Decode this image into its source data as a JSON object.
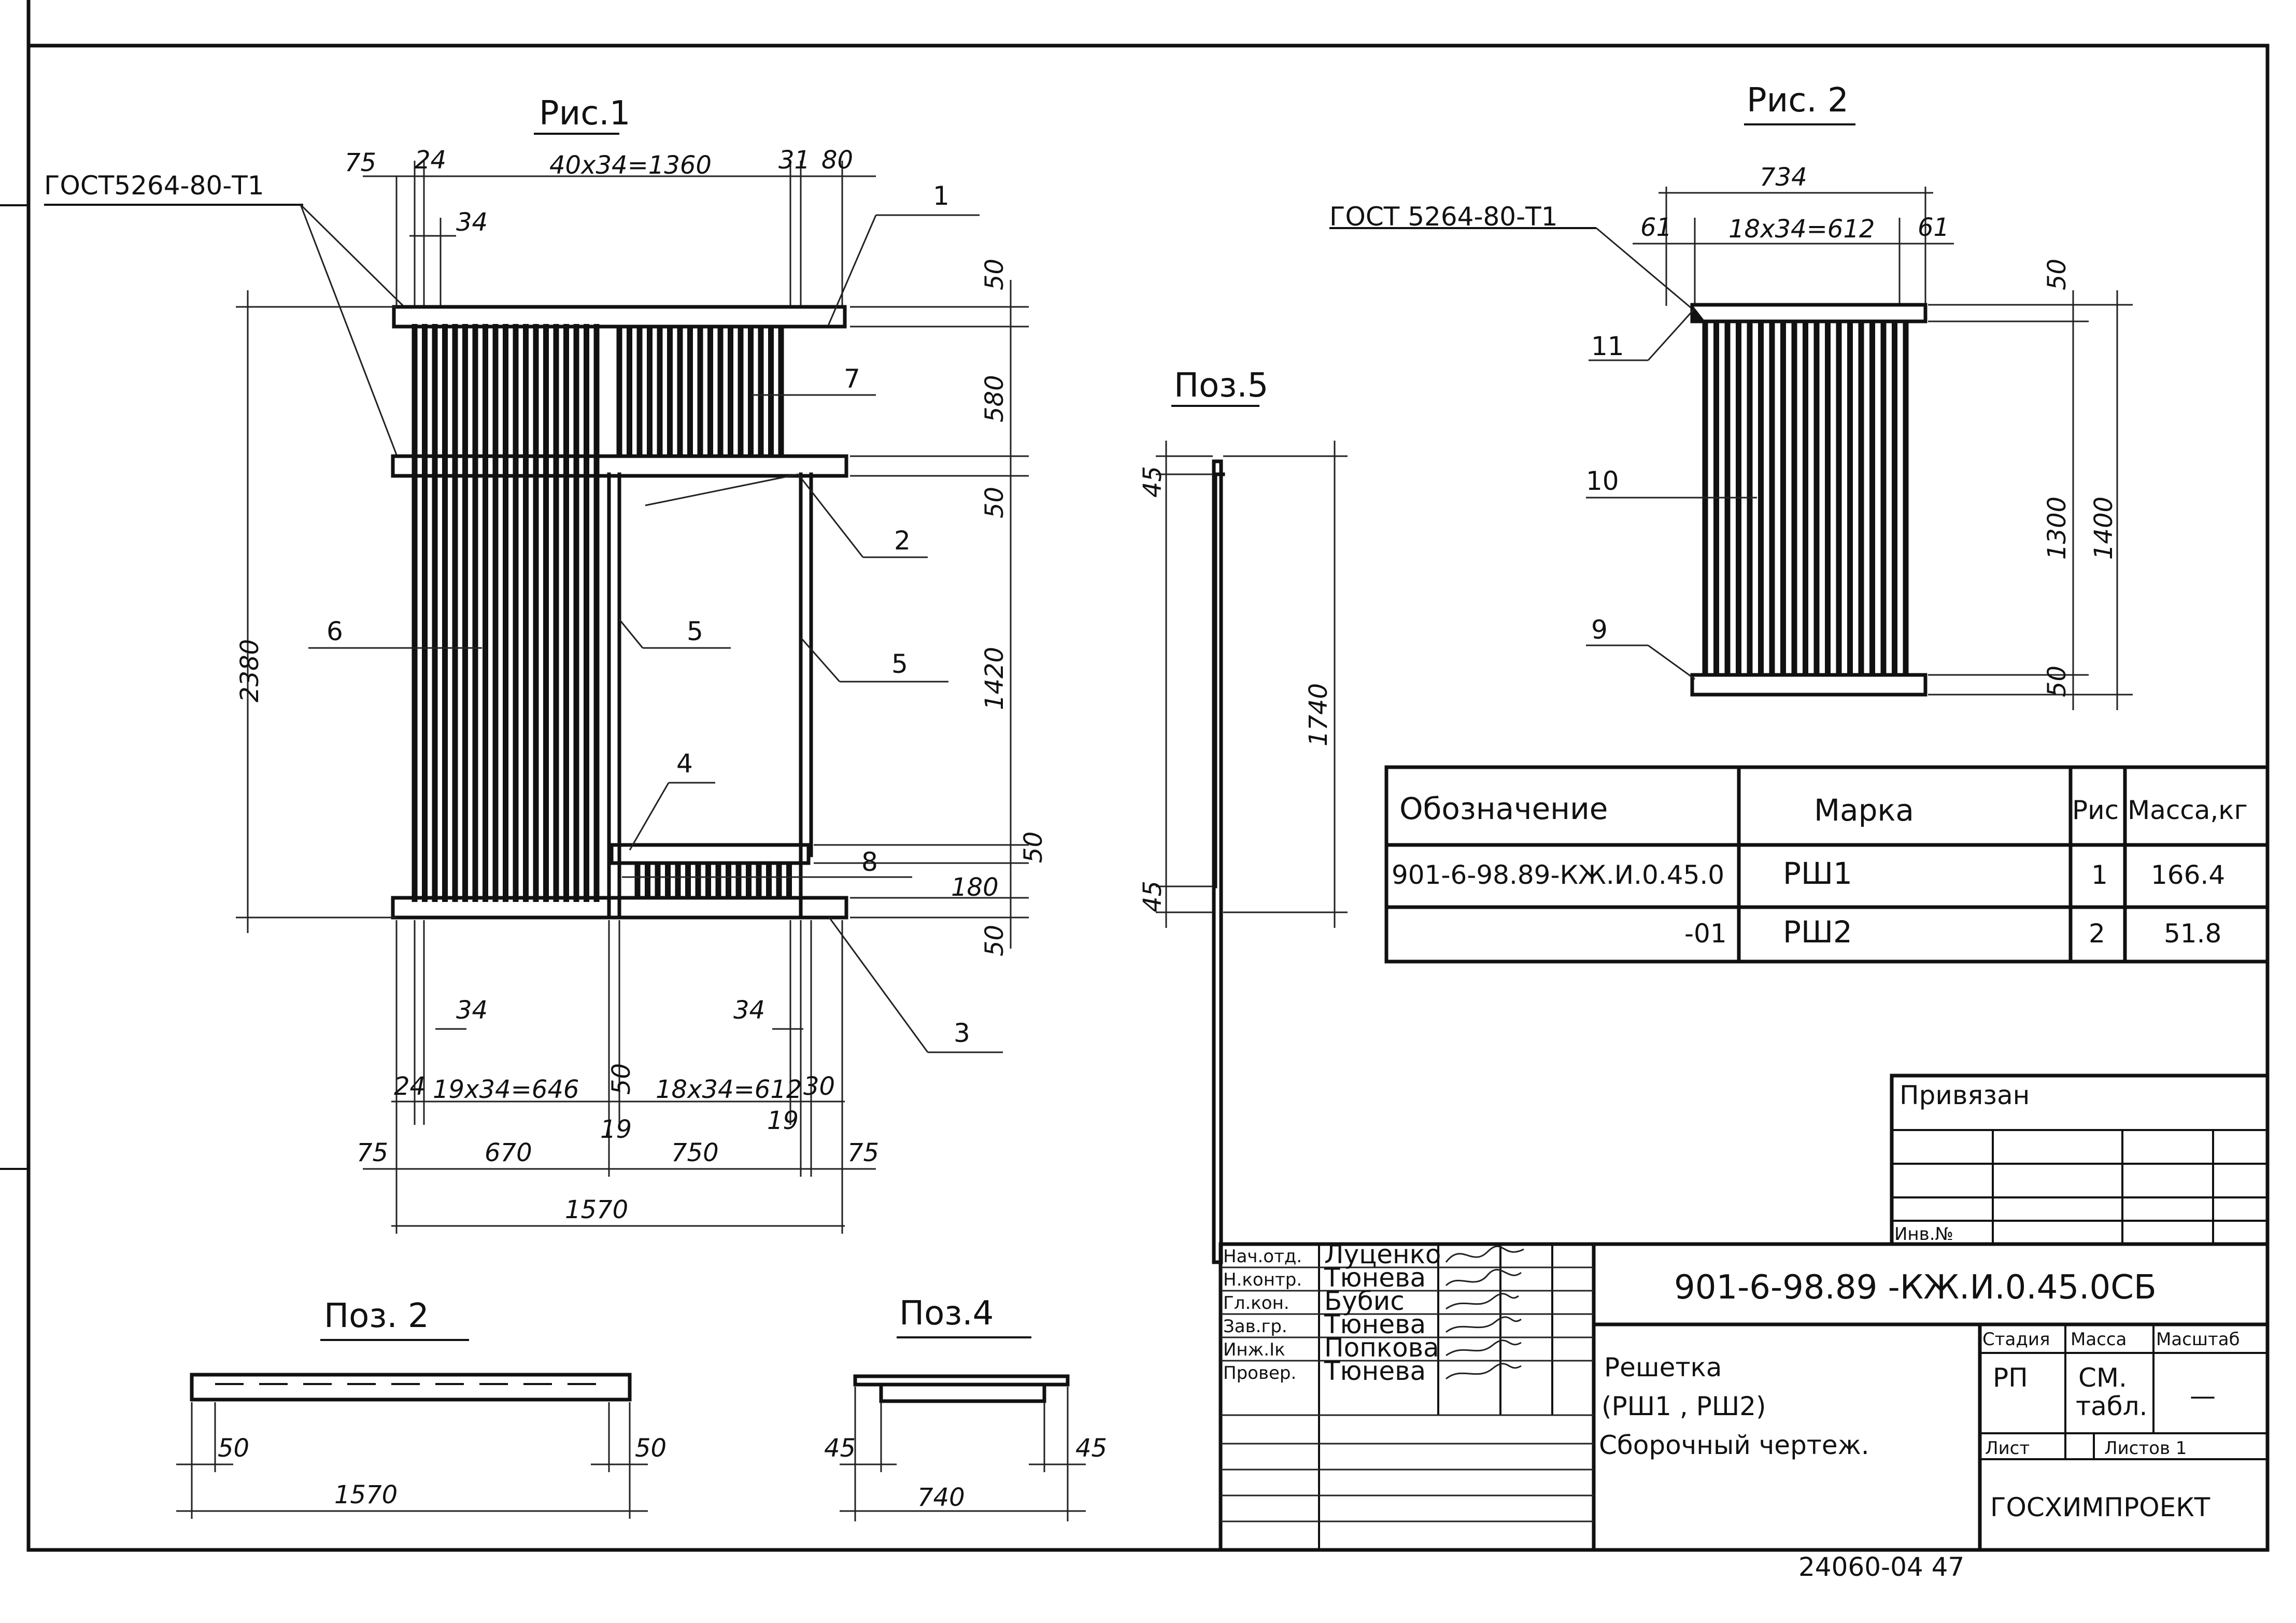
{
  "figures": {
    "fig1": {
      "title": "Рис.1",
      "gost_label": "ГОСТ5264-80-Т1",
      "dims_top": [
        "75",
        "24",
        "40х34=1360",
        "31",
        "80",
        "34"
      ],
      "dims_right": [
        "50",
        "580",
        "50",
        "1420",
        "50",
        "180",
        "50"
      ],
      "dim_left": "2380",
      "dims_bottom": [
        "34",
        "34",
        "24",
        "19х34=646",
        "50",
        "18х34=612",
        "30",
        "19",
        "19",
        "75",
        "670",
        "750",
        "75",
        "1570"
      ],
      "callouts": [
        "1",
        "2",
        "3",
        "4",
        "5",
        "5",
        "6",
        "7",
        "8"
      ]
    },
    "fig2": {
      "title": "Рис. 2",
      "gost_label": "ГОСТ 5264-80-Т1",
      "dims_top": [
        "734",
        "61",
        "18х34=612",
        "61"
      ],
      "dims_right": [
        "50",
        "1300",
        "1400",
        "50"
      ],
      "callouts": [
        "11",
        "10",
        "9"
      ]
    },
    "pos5": {
      "title": "Поз.5",
      "dims": [
        "45",
        "1740",
        "45"
      ]
    },
    "pos2": {
      "title": "Поз. 2",
      "dims": [
        "50",
        "50",
        "1570"
      ]
    },
    "pos4": {
      "title": "Поз.4",
      "dims": [
        "45",
        "45",
        "740"
      ]
    }
  },
  "spec_table": {
    "headers": [
      "Обозначение",
      "Марка",
      "Рис",
      "Масса,кг"
    ],
    "rows": [
      [
        "901-6-98.89-КЖ.И.0.45.0",
        "РШ1",
        "1",
        "166.4"
      ],
      [
        "-01",
        "РШ2",
        "2",
        "51.8"
      ]
    ]
  },
  "title_block": {
    "privyazan": "Привязан",
    "inv_no": "Инв.№",
    "roles": [
      "Нач.отд.",
      "Н.контр.",
      "Гл.кон.",
      "Зав.гр.",
      "Инж.Iк",
      "Провер."
    ],
    "names": [
      "Луценко",
      "Тюнева",
      "Бубис",
      "Тюнева",
      "Попкова",
      "Тюнева"
    ],
    "designation": "901-6-98.89 -КЖ.И.0.45.0СБ",
    "doc_title_1": "Решетка",
    "doc_title_2": "(РШ1 , РШ2)",
    "doc_title_3": "Сборочный чертеж.",
    "stage_hdr": "Стадия",
    "mass_hdr": "Масса",
    "scale_hdr": "Масштаб",
    "stage": "РП",
    "mass_1": "СМ.",
    "mass_2": "табл.",
    "scale": "—",
    "sheet_hdr": "Лист",
    "sheets_hdr": "Листов 1",
    "org": "ГОСХИМПРОЕКТ",
    "archive_no": "24060-04 47"
  }
}
